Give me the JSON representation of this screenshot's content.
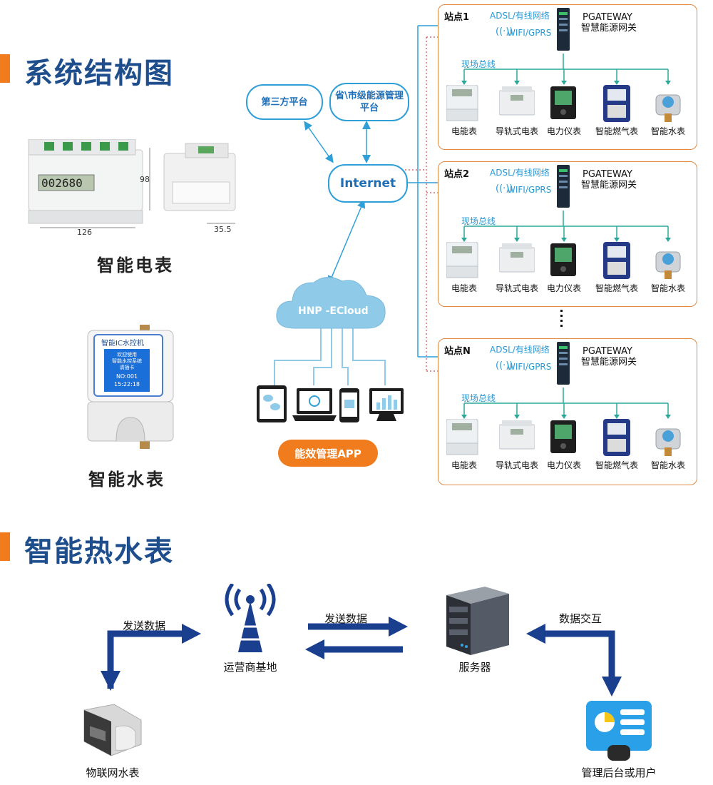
{
  "section1": {
    "title": "系统结构图"
  },
  "section2": {
    "title": "智能热水表"
  },
  "products": {
    "electric_meter": {
      "label": "智能电表",
      "dim_height": "98",
      "dim_width": "126",
      "dim_side": "35.5",
      "reading": "002680"
    },
    "water_meter": {
      "label": "智能水表",
      "screen_title": "智能IC水控机",
      "screen_lines": [
        "欢迎使用",
        "智能水控系统",
        "请插卡"
      ],
      "screen_no": "NO:001",
      "screen_time": "15:22:18"
    }
  },
  "network": {
    "third_party": "第三方平台",
    "gov_platform": "省\\市级能源管理平台",
    "internet": "Internet",
    "cloud": "HNP -ECloud",
    "app_button": "能效管理APP"
  },
  "stations": [
    {
      "name": "站点1",
      "adsl": "ADSL/有线网络",
      "wifi": "WIFI/GPRS",
      "gateway": "PGATEWAY",
      "gateway_desc": "智慧能源网关",
      "bus": "现场总线",
      "devices": [
        "电能表",
        "导轨式电表",
        "电力仪表",
        "智能燃气表",
        "智能水表"
      ]
    },
    {
      "name": "站点2",
      "adsl": "ADSL/有线网络",
      "wifi": "WIFI/GPRS",
      "gateway": "PGATEWAY",
      "gateway_desc": "智慧能源网关",
      "bus": "现场总线",
      "devices": [
        "电能表",
        "导轨式电表",
        "电力仪表",
        "智能燃气表",
        "智能水表"
      ]
    },
    {
      "name": "站点N",
      "adsl": "ADSL/有线网络",
      "wifi": "WIFI/GPRS",
      "gateway": "PGATEWAY",
      "gateway_desc": "智慧能源网关",
      "bus": "现场总线",
      "devices": [
        "电能表",
        "导轨式电表",
        "电力仪表",
        "智能燃气表",
        "智能水表"
      ]
    }
  ],
  "hot_water_flow": {
    "send1": "发送数据",
    "send2": "发送数据",
    "exchange": "数据交互",
    "base_station": "运营商基地",
    "server": "服务器",
    "iot_meter": "物联网水表",
    "backend": "管理后台或用户"
  },
  "colors": {
    "accent_orange": "#f07c1e",
    "title_blue": "#1f4e8c",
    "link_blue": "#2f9fd8",
    "arrow_navy": "#1b3f8f"
  }
}
